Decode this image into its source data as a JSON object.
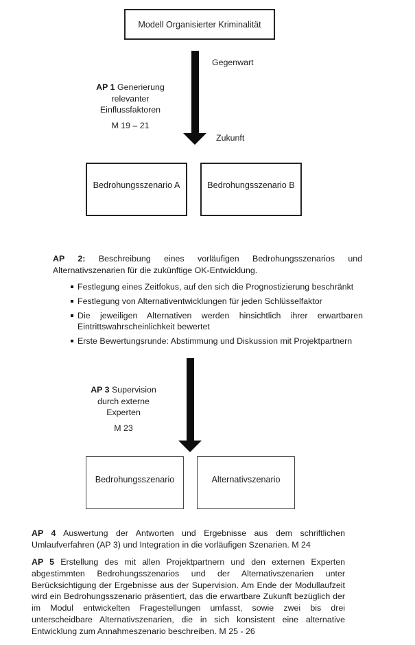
{
  "page": {
    "background": "#ffffff",
    "text_color": "#1c1c1c",
    "arrow_color": "#0d0d0d"
  },
  "diagram": {
    "top_box": {
      "label": "Modell Organisierter Kriminalität"
    },
    "timeline": {
      "present_label": "Gegenwart",
      "future_label": "Zukunft"
    },
    "ap1": {
      "bold": "AP 1",
      "line1_rest": "Generierung",
      "line2": "relevanter",
      "line3": "Einflussfaktoren",
      "milestone": "M 19 – 21"
    },
    "scenario_boxes_mid": [
      {
        "label": "Bedrohungsszenario A"
      },
      {
        "label": "Bedrohungsszenario B"
      }
    ],
    "ap3": {
      "bold": "AP 3",
      "line1_rest": "Supervision",
      "line2": "durch externe",
      "line3": "Experten",
      "milestone": "M 23"
    },
    "scenario_boxes_bottom": [
      {
        "label": "Bedrohungsszenario"
      },
      {
        "label": "Alternativszenario"
      }
    ]
  },
  "paragraphs": {
    "ap2": {
      "bold": "AP 2:",
      "text": "Beschreibung eines vorläufigen Bedrohungsszenarios und Alternativszenarien für die zukünftige OK-Entwicklung."
    },
    "bullets": [
      "Festlegung eines Zeitfokus, auf den sich die Prognostizierung beschränkt",
      "Festlegung von Alternativentwicklungen für jeden Schlüsselfaktor",
      "Die jeweiligen Alternativen werden hinsichtlich ihrer erwartbaren Eintrittswahrscheinlichkeit bewertet",
      "Erste Bewertungsrunde: Abstimmung und Diskussion mit Projektpartnern"
    ],
    "ap4": {
      "bold": "AP 4",
      "text": "Auswertung der Antworten und Ergebnisse aus dem schriftlichen Umlaufverfahren (AP 3) und Integration in die vorläufigen Szenarien. M 24"
    },
    "ap5": {
      "bold": "AP 5",
      "text": "Erstellung des mit allen Projektpartnern und den externen Experten abgestimmten Bedrohungsszenarios und der Alternativszenarien unter Berücksichtigung der Ergebnisse aus der Supervision. Am Ende der Modullaufzeit wird ein Bedrohungsszenario präsentiert, das die erwartbare Zukunft bezüglich der im Modul entwickelten Fragestellungen umfasst, sowie zwei bis drei unterscheidbare Alternativszenarien, die in sich konsistent eine alternative Entwicklung zum Annahmeszenario beschreiben. M 25 - 26"
    }
  }
}
